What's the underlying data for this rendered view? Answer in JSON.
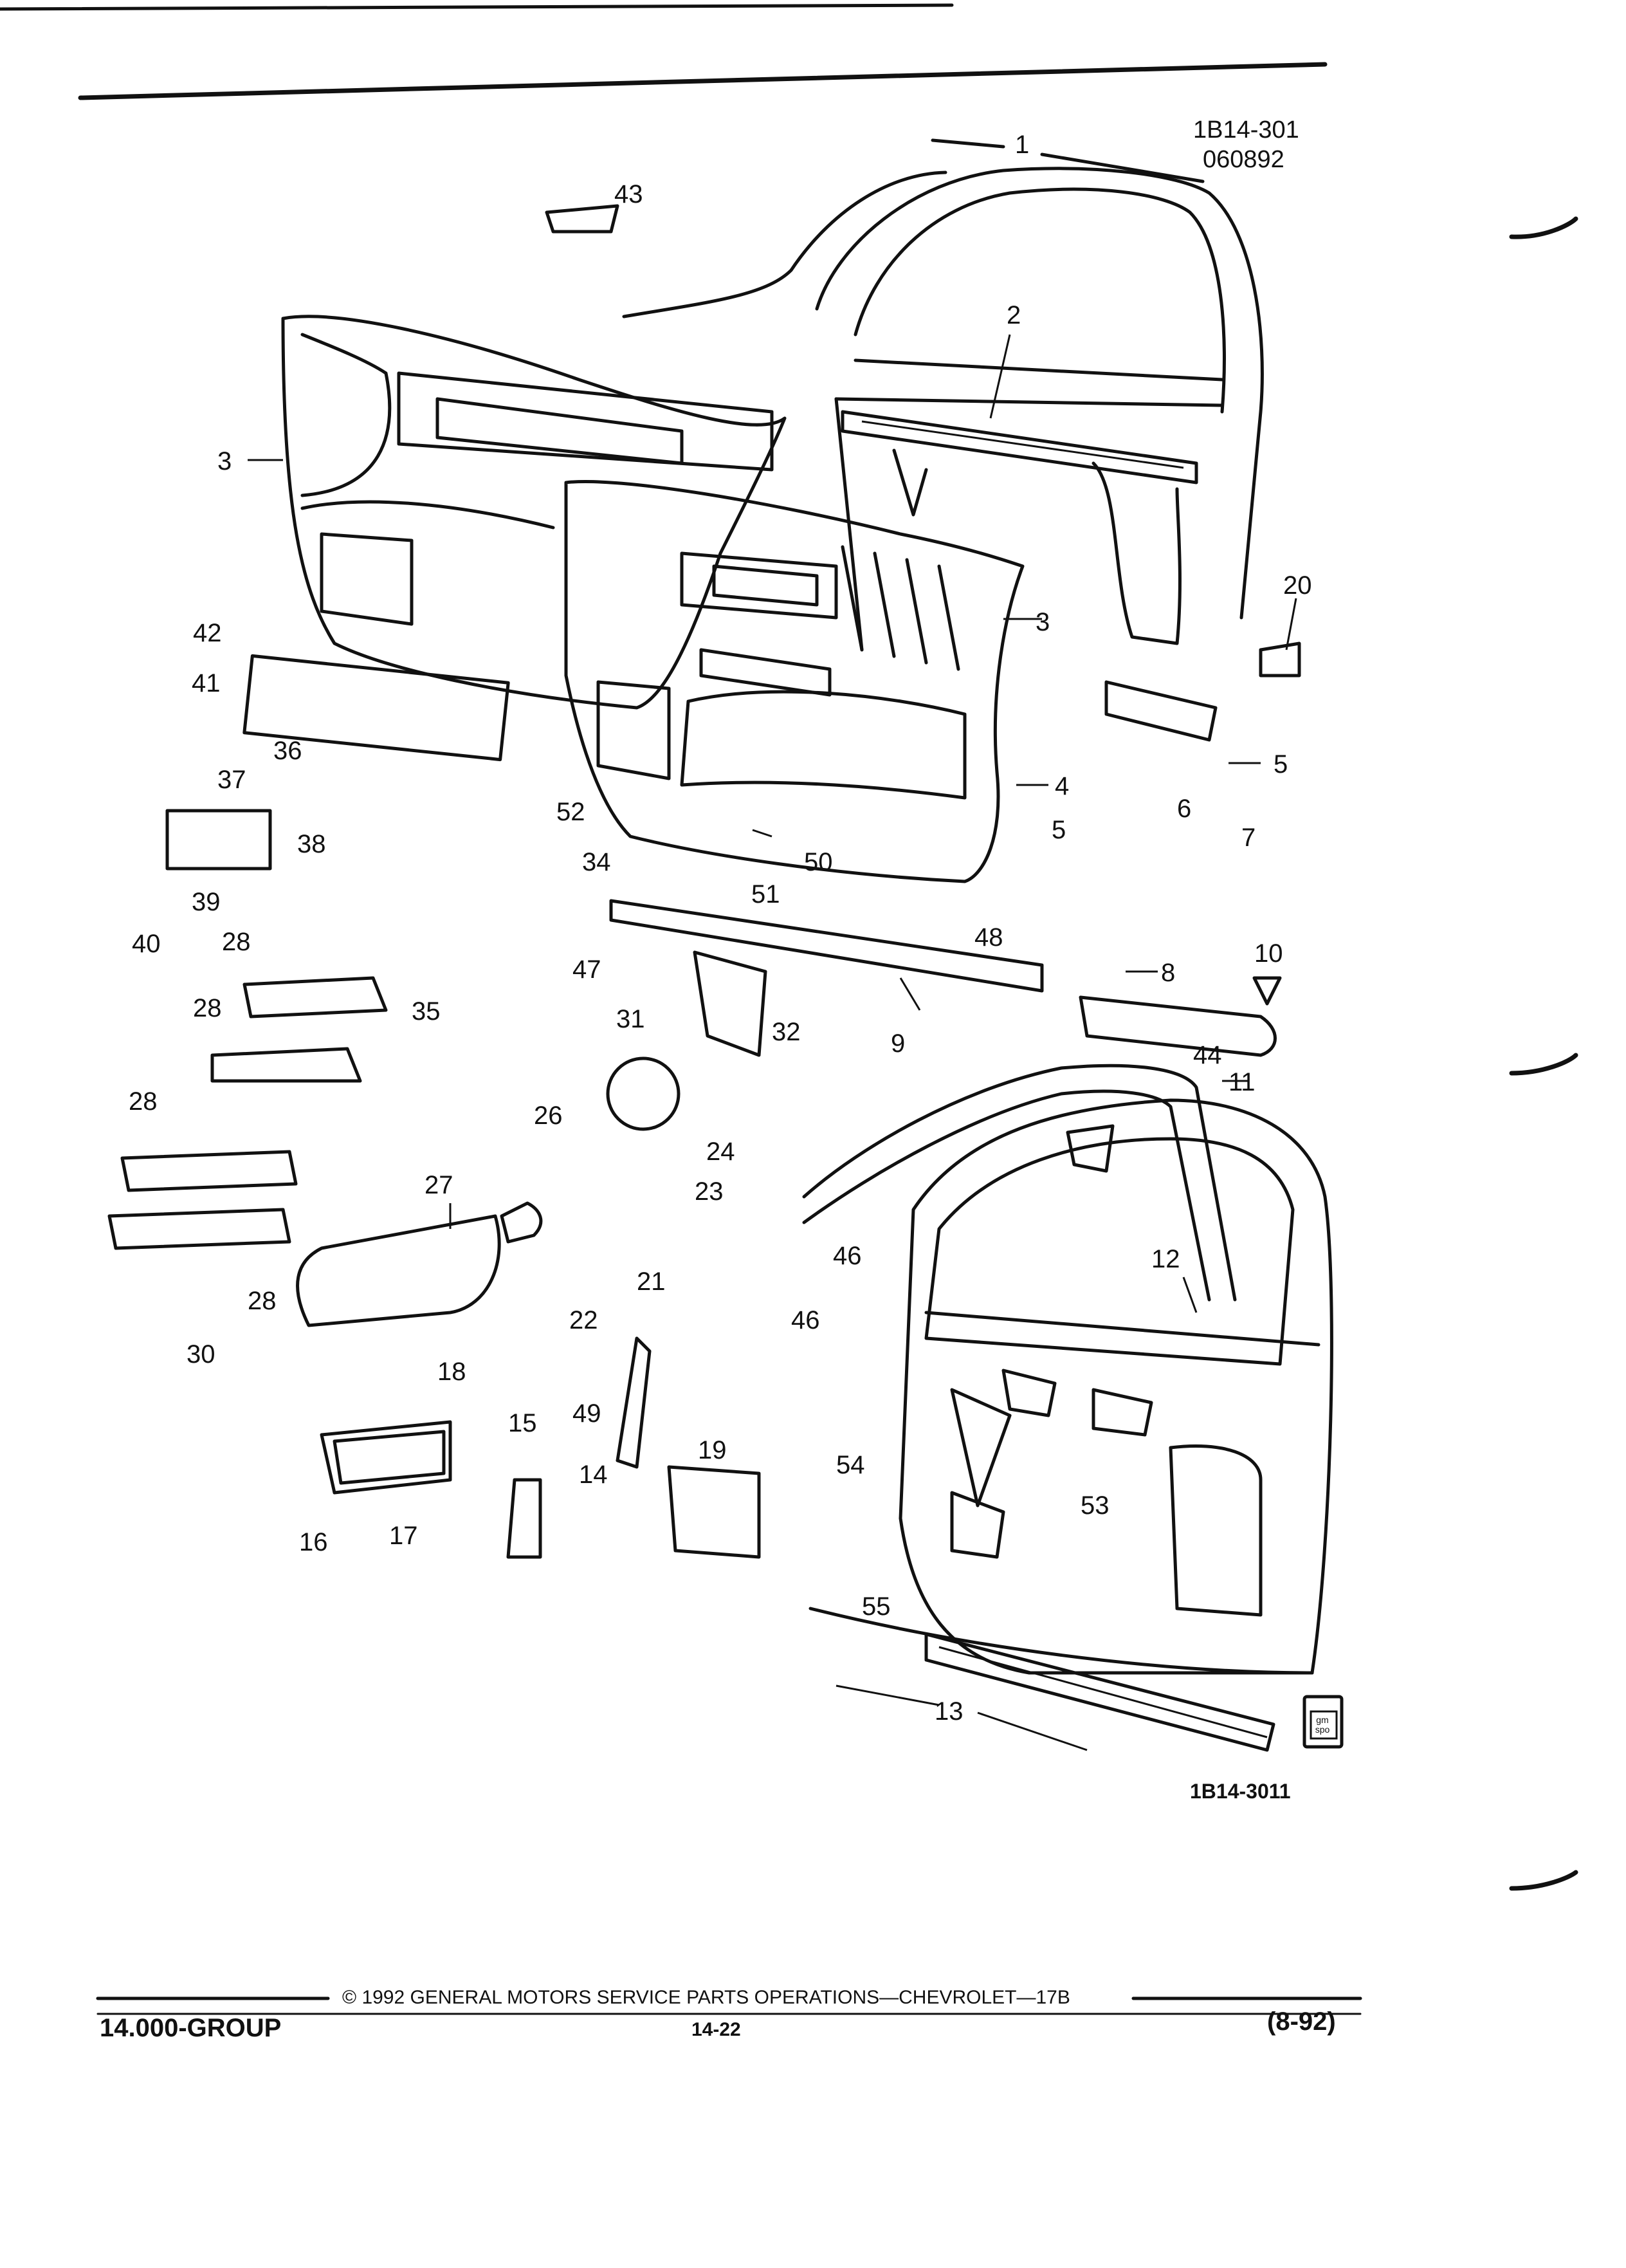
{
  "header": {
    "ref_code": "1B14-301",
    "ref_date": "060892"
  },
  "callouts": [
    "1",
    "2",
    "3",
    "3",
    "4",
    "5",
    "5",
    "6",
    "7",
    "8",
    "9",
    "10",
    "11",
    "12",
    "13",
    "14",
    "15",
    "16",
    "17",
    "18",
    "19",
    "20",
    "21",
    "22",
    "23",
    "24",
    "26",
    "27",
    "28",
    "28",
    "28",
    "28",
    "30",
    "31",
    "32",
    "34",
    "35",
    "36",
    "37",
    "38",
    "39",
    "40",
    "41",
    "42",
    "43",
    "44",
    "46",
    "46",
    "47",
    "48",
    "49",
    "50",
    "51",
    "52",
    "53",
    "54",
    "55"
  ],
  "figure_id": "1B14-3011",
  "logo_text": "gm spo",
  "footer": {
    "copyright": "© 1992 GENERAL MOTORS SERVICE PARTS OPERATIONS—CHEVROLET—17B",
    "group": "14.000-GROUP",
    "page": "14-22",
    "date": "(8-92)"
  }
}
